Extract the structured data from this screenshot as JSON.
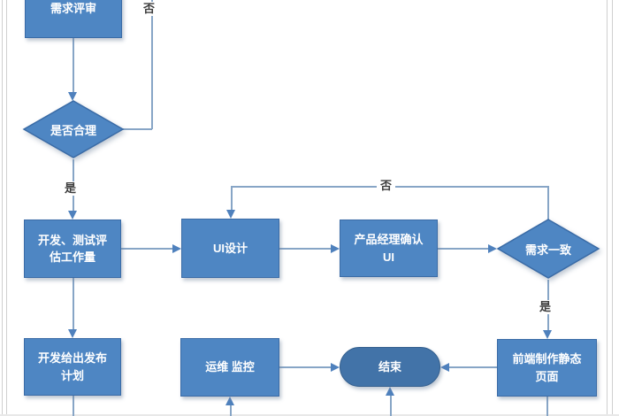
{
  "palette": {
    "node_fill": "#4e86c3",
    "node_border": "#3a6ba6",
    "end_fill": "#4273a8",
    "end_border": "#35608f",
    "line": "#87a5c6",
    "arrow": "#4f81bd",
    "node_text": "#ffffff",
    "label_text": "#3c3c3c",
    "frame_line": "#cfcfcf"
  },
  "nodes": {
    "requirement_review": {
      "type": "process",
      "label": "需求评审"
    },
    "is_reasonable": {
      "type": "decision",
      "label": "是否合理"
    },
    "dev_test_estimate": {
      "type": "process",
      "label": "开发、测试评估工作量",
      "lines": [
        "开发、测试评",
        "估工作量"
      ]
    },
    "ui_design": {
      "type": "process",
      "label": "UI设计"
    },
    "pm_confirm_ui": {
      "type": "process",
      "label": "产品经理确认UI",
      "lines": [
        "产品经理确认",
        "UI"
      ]
    },
    "requirement_consistent": {
      "type": "decision",
      "label": "需求一致"
    },
    "release_plan": {
      "type": "process",
      "label": "开发给出发布计划",
      "lines": [
        "开发给出发布",
        "计划"
      ]
    },
    "ops_monitoring": {
      "type": "process",
      "label": "运维 监控"
    },
    "end": {
      "type": "terminator",
      "label": "结束"
    },
    "frontend_static": {
      "type": "process",
      "label": "前端制作静态页面",
      "lines": [
        "前端制作静态",
        "页面"
      ]
    }
  },
  "edge_labels": {
    "reasonable_no": "否",
    "reasonable_yes": "是",
    "consistent_no": "否",
    "consistent_yes": "是"
  }
}
